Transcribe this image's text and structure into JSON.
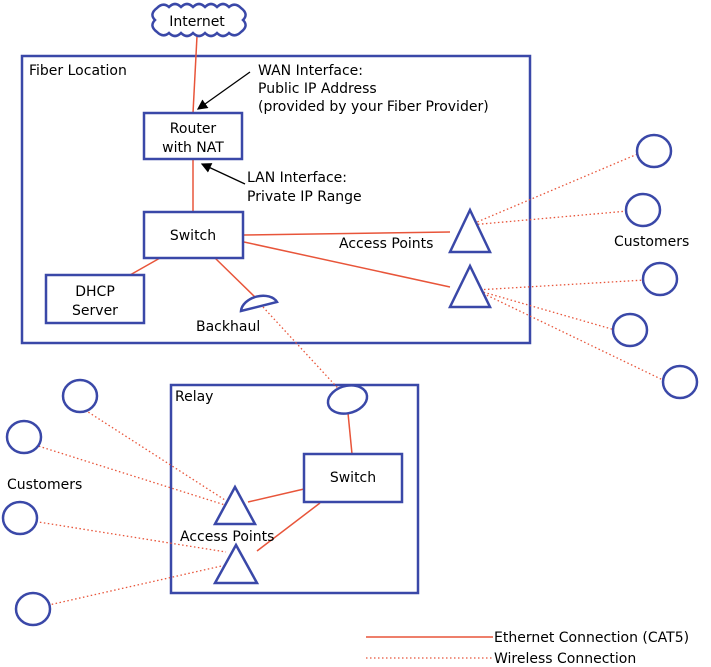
{
  "internet": "Internet",
  "fiber_location": "Fiber Location",
  "wan_interface": [
    "WAN Interface:",
    "Public IP Address",
    "(provided by your Fiber Provider)"
  ],
  "router": [
    "Router",
    "with NAT"
  ],
  "lan_interface": [
    "LAN Interface:",
    "Private IP Range"
  ],
  "switch_main": "Switch",
  "access_points_main": "Access Points",
  "customers_right": "Customers",
  "dhcp_server": [
    "DHCP",
    "Server"
  ],
  "backhaul": "Backhaul",
  "relay": "Relay",
  "switch_relay": "Switch",
  "access_points_relay": "Access Points",
  "customers_left": "Customers",
  "legend": {
    "ethernet": "Ethernet Connection (CAT5)",
    "wireless": "Wireless Connection"
  },
  "colors": {
    "box": "#3a48a8",
    "connection": "#e8553a"
  }
}
